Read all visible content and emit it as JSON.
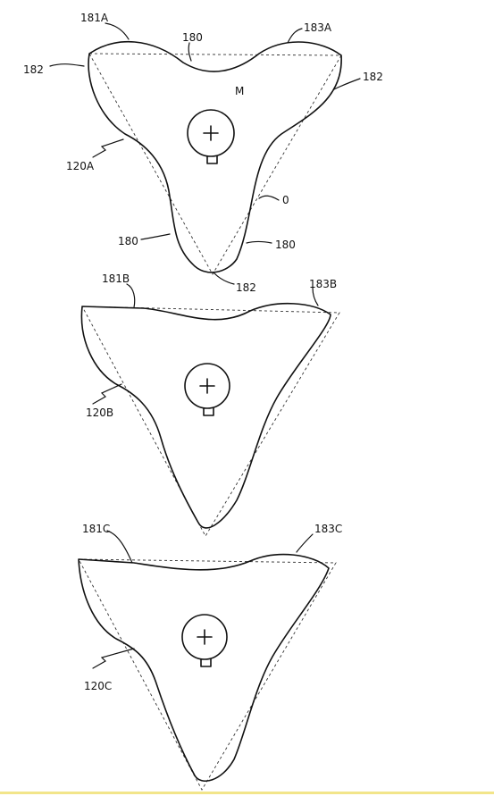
{
  "labels": {
    "fig_a": {
      "ref_181": "181A",
      "ref_183": "183A",
      "ref_180_top": "180",
      "ref_182_left": "182",
      "ref_182_right": "182",
      "ref_m": "M",
      "ref_120": "120A",
      "ref_0": "0",
      "ref_180_left": "180",
      "ref_180_right": "180",
      "ref_182_bottom": "182"
    },
    "fig_b": {
      "ref_181": "181B",
      "ref_183": "183B",
      "ref_120": "120B"
    },
    "fig_c": {
      "ref_181": "181C",
      "ref_183": "183C",
      "ref_120": "120C"
    }
  },
  "colors": {
    "ink": "#111111",
    "paper": "#ffffff"
  }
}
